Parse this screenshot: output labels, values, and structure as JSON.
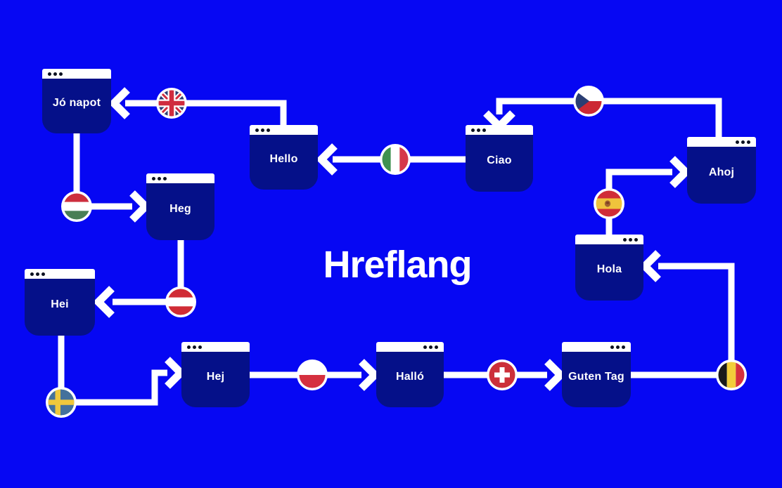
{
  "title": "Hreflang",
  "colors": {
    "background": "#0607f3",
    "window_body": "#051089",
    "titlebar": "#ffffff",
    "connector_line": "#ffffff",
    "text": "#ffffff"
  },
  "windows": [
    {
      "id": "jo-napot",
      "label": "Jó napot",
      "dots": "left"
    },
    {
      "id": "hello",
      "label": "Hello",
      "dots": "left"
    },
    {
      "id": "ciao",
      "label": "Ciao",
      "dots": "left"
    },
    {
      "id": "ahoj",
      "label": "Ahoj",
      "dots": "right"
    },
    {
      "id": "heg",
      "label": "Heg",
      "dots": "left"
    },
    {
      "id": "hola",
      "label": "Hola",
      "dots": "right"
    },
    {
      "id": "hei",
      "label": "Hei",
      "dots": "left"
    },
    {
      "id": "hej",
      "label": "Hej",
      "dots": "left"
    },
    {
      "id": "hallo",
      "label": "Halló",
      "dots": "right"
    },
    {
      "id": "guten-tag",
      "label": "Guten Tag",
      "dots": "right"
    }
  ],
  "flags": [
    {
      "id": "uk",
      "country": "United Kingdom"
    },
    {
      "id": "italy",
      "country": "Italy"
    },
    {
      "id": "hungary",
      "country": "Hungary"
    },
    {
      "id": "austria",
      "country": "Austria"
    },
    {
      "id": "sweden",
      "country": "Sweden"
    },
    {
      "id": "poland",
      "country": "Poland"
    },
    {
      "id": "switzerland",
      "country": "Switzerland"
    },
    {
      "id": "belgium",
      "country": "Belgium"
    },
    {
      "id": "czech",
      "country": "Czech Republic"
    },
    {
      "id": "spain",
      "country": "Spain"
    }
  ],
  "connections": [
    {
      "from": "Hello",
      "to": "Jó napot",
      "flag": "United Kingdom"
    },
    {
      "from": "Ciao",
      "to": "Hello",
      "flag": "Italy"
    },
    {
      "from": "Jó napot",
      "to": "Heg",
      "flag": "Hungary"
    },
    {
      "from": "Heg",
      "to": "Hei",
      "flag": "Austria"
    },
    {
      "from": "Hei",
      "to": "Hej",
      "flag": "Sweden"
    },
    {
      "from": "Hej",
      "to": "Halló",
      "flag": "Poland"
    },
    {
      "from": "Halló",
      "to": "Guten Tag",
      "flag": "Switzerland"
    },
    {
      "from": "Guten Tag",
      "to": "Hola",
      "flag": "Belgium"
    },
    {
      "from": "Ahoj",
      "to": "Ciao",
      "flag": "Czech Republic"
    },
    {
      "from": "Hola",
      "to": "Ahoj",
      "flag": "Spain"
    }
  ]
}
